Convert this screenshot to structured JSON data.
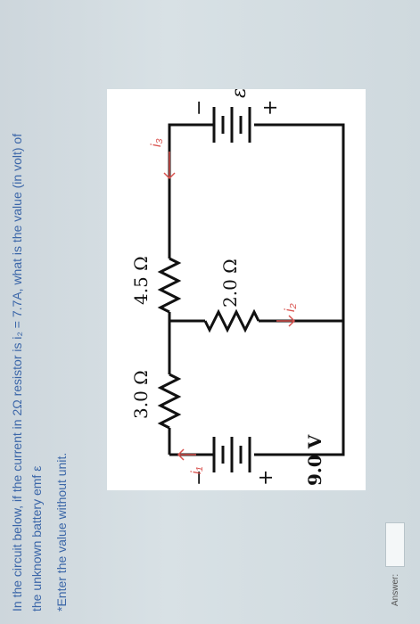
{
  "question": {
    "line1": "In the circuit below, if the current in 2Ω resistor is i₂ = 7.7A, what is the value (in volt) of",
    "line2": "the unknown battery emf ε",
    "note": "*Enter the value without unit."
  },
  "answer": {
    "label": "Answer:",
    "value": ""
  },
  "circuit": {
    "r1": "3.0 Ω",
    "r2": "4.5 Ω",
    "r3": "2.0 Ω",
    "v1": "9.0 V",
    "emf": "ε",
    "plus": "+",
    "minus": "−",
    "i1": "i₁",
    "i2": "i₂",
    "i3": "i₃",
    "colors": {
      "wire": "#111111",
      "annotation": "#d9534f"
    }
  }
}
